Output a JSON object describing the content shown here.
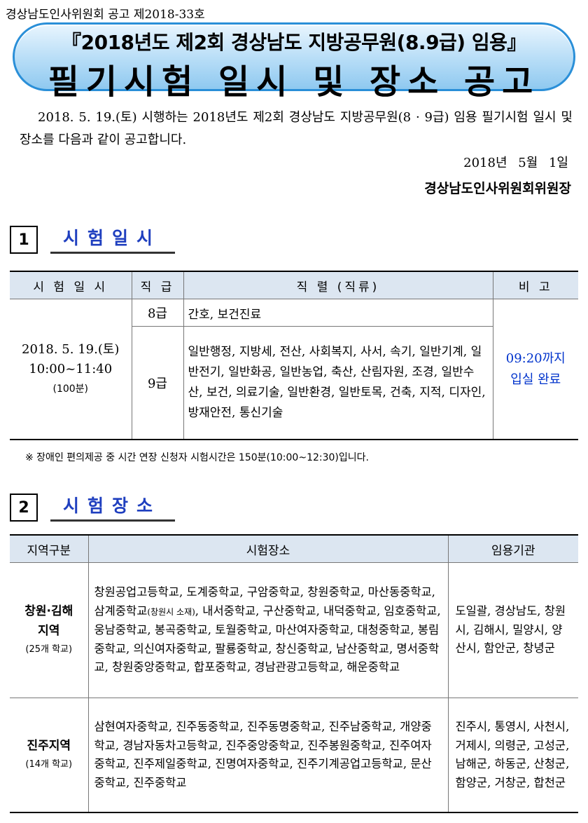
{
  "header": {
    "notice_number": "경상남도인사위원회 공고 제2018-33호",
    "title_sub": "『2018년도 제2회 경상남도 지방공무원(8.9급) 임용』",
    "title_main": "필기시험 일시 및 장소 공고"
  },
  "intro": {
    "body": "2018. 5. 19.(토) 시행하는 2018년도 제2회 경상남도 지방공무원(8 · 9급) 임용 필기시험 일시 및 장소를 다음과 같이 공고합니다.",
    "date": "2018년 5월 1일",
    "issuer": "경상남도인사위원회위원장"
  },
  "section1": {
    "number": "1",
    "title": "시험일시",
    "headers": [
      "시 험 일 시",
      "직 급",
      "직 렬 (직류)",
      "비 고"
    ],
    "exam_date": "2018. 5. 19.(토)",
    "exam_time": "10:00~11:40",
    "exam_duration": "(100분)",
    "rows": [
      {
        "grade": "8급",
        "series": "간호, 보건진료"
      },
      {
        "grade": "9급",
        "series": "일반행정, 지방세, 전산, 사회복지, 사서, 속기, 일반기계, 일반전기, 일반화공, 일반농업, 축산, 산림자원, 조경, 일반수산, 보건, 의료기술, 일반환경, 일반토목, 건축, 지적, 디자인, 방재안전, 통신기술"
      }
    ],
    "remark_time": "09:20까지",
    "remark_text": "입실 완료",
    "note": "※ 장애인 편의제공 중 시간 연장 신청자 시험시간은 150분(10:00~12:30)입니다."
  },
  "section2": {
    "number": "2",
    "title": "시험장소",
    "headers": [
      "지역구분",
      "시험장소",
      "임용기관"
    ],
    "regions": [
      {
        "name_line1": "창원·김해",
        "name_line2": "지역",
        "count": "(25개 학교)",
        "schools_a": "창원공업고등학교, 도계중학교, 구암중학교, 창원중학교, 마산동중학교, 삼계중학교",
        "schools_note": "(창원시 소재)",
        "schools_b": ", 내서중학교, 구산중학교, 내덕중학교, 임호중학교, 웅남중학교, 봉곡중학교, 토월중학교, 마산여자중학교, 대청중학교, 봉림중학교, 의신여자중학교, 팔룡중학교, 창신중학교, 남산중학교, 명서중학교, 창원중앙중학교, 합포중학교, 경남관광고등학교, 해운중학교",
        "agencies": "도일괄, 경상남도, 창원시, 김해시, 밀양시, 양산시, 함안군, 창녕군"
      },
      {
        "name_line1": "진주지역",
        "name_line2": "",
        "count": "(14개 학교)",
        "schools_a": "삼현여자중학교, 진주동중학교, 진주동명중학교, 진주남중학교, 개양중학교, 경남자동차고등학교, 진주중앙중학교, 진주봉원중학교, 진주여자중학교, 진주제일중학교, 진명여자중학교, 진주기계공업고등학교, 문산중학교, 진주중학교",
        "schools_note": "",
        "schools_b": "",
        "agencies": "진주시, 통영시, 사천시, 거제시, 의령군, 고성군, 남해군, 하동군, 산청군, 함양군, 거창군, 합천군"
      }
    ]
  },
  "colors": {
    "banner_border": "#2a8fd8",
    "section_title": "#1f3fbf",
    "table_header_bg": "#dce6f1",
    "remark": "#0033cc"
  }
}
